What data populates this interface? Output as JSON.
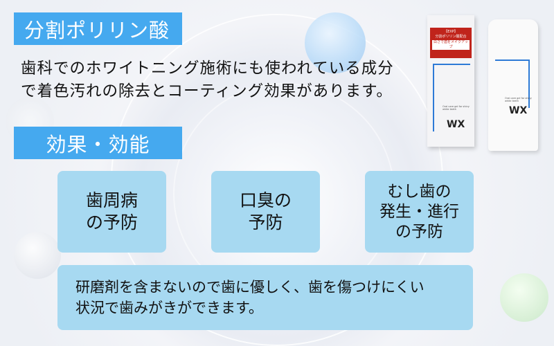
{
  "section1": {
    "title": "分割ポリリン酸",
    "description": [
      "歯科でのホワイトニング施術にも使われている成分",
      "で着色汚れの除去とコーティング効果があります。"
    ]
  },
  "section2": {
    "title": "効果・効能",
    "cards": [
      {
        "lines": [
          "歯周病",
          "の予防"
        ]
      },
      {
        "lines": [
          "口臭の",
          "予防"
        ]
      },
      {
        "lines": [
          "むし歯の",
          "発生・進行",
          "の予防"
        ]
      }
    ],
    "note": [
      "研磨剤を含まないので歯に優しく、歯を傷つけにくい",
      "状況で歯みがきができます。"
    ]
  },
  "product": {
    "box_label": [
      "【EXP】",
      "分割ポリリン酸配合",
      "白さで歯をメイクアップ"
    ],
    "brand": "WX",
    "tagline": "Oral care gel for shiny white teeth"
  },
  "colors": {
    "header": "#45a9ef",
    "card": "#a7d9f1"
  }
}
